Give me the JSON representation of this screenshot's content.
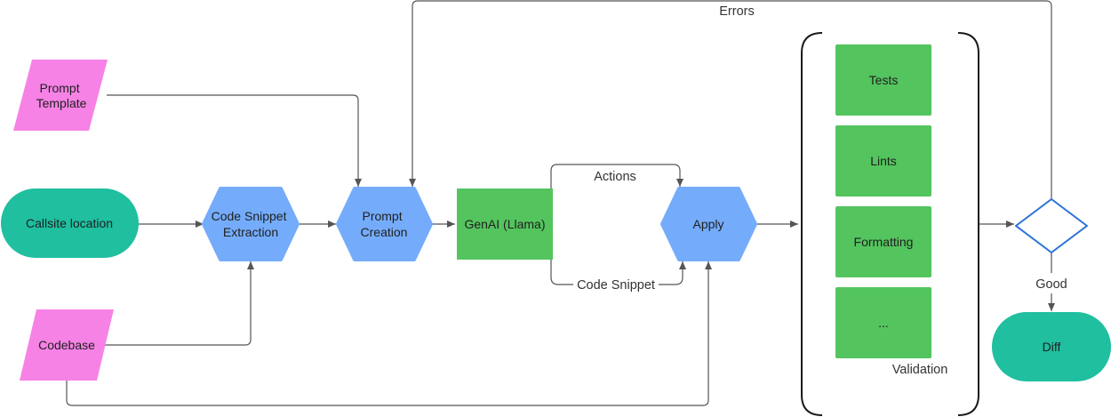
{
  "nodes": {
    "prompt_template": "Prompt\nTemplate",
    "callsite_location": "Callsite location",
    "codebase": "Codebase",
    "code_snippet_extraction": "Code Snippet\nExtraction",
    "prompt_creation": "Prompt\nCreation",
    "genai": "GenAI (Llama)",
    "apply": "Apply",
    "tests": "Tests",
    "lints": "Lints",
    "formatting": "Formatting",
    "ellipsis": "...",
    "diff": "Diff"
  },
  "edges": {
    "errors": "Errors",
    "actions": "Actions",
    "code_snippet": "Code Snippet",
    "good": "Good"
  },
  "groups": {
    "validation": "Validation"
  },
  "colors": {
    "pink": "#f682e6",
    "teal": "#1fbfa0",
    "blue": "#74acfb",
    "green": "#54c45e",
    "decision_stroke": "#2a72d8"
  }
}
